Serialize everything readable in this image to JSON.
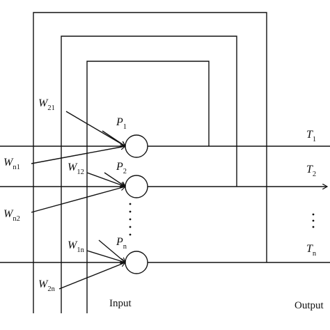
{
  "weights": {
    "w21": {
      "main": "W",
      "sub": "21"
    },
    "wn1": {
      "main": "W",
      "sub": "n1"
    },
    "wn2": {
      "main": "W",
      "sub": "n2"
    },
    "w12": {
      "main": "W",
      "sub": "12"
    },
    "w1n": {
      "main": "W",
      "sub": "1n"
    },
    "w2n": {
      "main": "W",
      "sub": "2n"
    }
  },
  "inputs": {
    "p1": {
      "main": "P",
      "sub": "1"
    },
    "p2": {
      "main": "P",
      "sub": "2"
    },
    "pn": {
      "main": "P",
      "sub": "n"
    }
  },
  "outputs": {
    "t1": {
      "main": "T",
      "sub": "1"
    },
    "t2": {
      "main": "T",
      "sub": "2"
    },
    "tn": {
      "main": "T",
      "sub": "n"
    }
  },
  "captions": {
    "input": "Input",
    "output": "Output"
  }
}
